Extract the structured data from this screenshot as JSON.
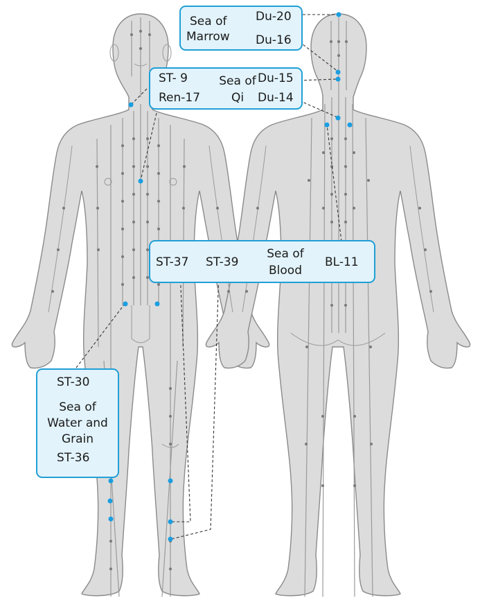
{
  "colors": {
    "body_fill": "#dcdcdc",
    "body_stroke": "#8a8a8a",
    "meridian": "#9a9a9a",
    "point": "#7a7a7a",
    "highlight_point": "#1a9ee0",
    "box_fill": "#e2f3fb",
    "box_border": "#1f9fd6",
    "leader_line": "#333333"
  },
  "boxes": {
    "marrow": {
      "title_line1": "Sea of",
      "title_line2": "Marrow",
      "point_top": "Du-20",
      "point_bottom": "Du-16"
    },
    "qi": {
      "left_top": "ST- 9",
      "left_bottom": "Ren-17",
      "title_line1": "Sea of",
      "title_line2": "Qi",
      "right_top": "Du-15",
      "right_bottom": "Du-14"
    },
    "blood": {
      "point_a": "ST-37",
      "point_b": "ST-39",
      "title_line1": "Sea of",
      "title_line2": "Blood",
      "point_c": "BL-11"
    },
    "water_grain": {
      "point_top": "ST-30",
      "title_line1": "Sea of",
      "title_line2": "Water and",
      "title_line3": "Grain",
      "point_bottom": "ST-36"
    }
  }
}
